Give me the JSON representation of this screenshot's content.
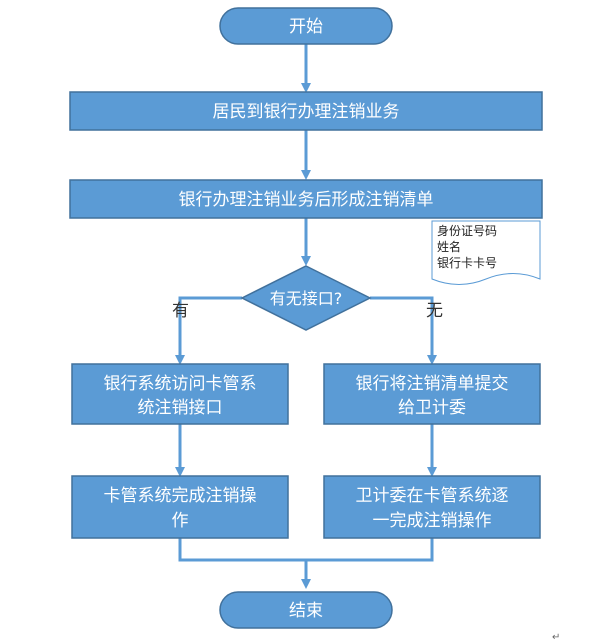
{
  "colors": {
    "node_fill": "#5b9bd5",
    "node_stroke": "#41719c",
    "arrow": "#5b9bd5",
    "doc_stroke": "#5b9bd5",
    "node_text": "#ffffff",
    "label_text": "#333333"
  },
  "nodes": {
    "start": "开始",
    "step1": "居民到银行办理注销业务",
    "step2": "银行办理注销业务后形成注销清单",
    "decision": "有无接口?",
    "left1": [
      "银行系统访问卡管系",
      "统注销接口"
    ],
    "left2": [
      "卡管系统完成注销操",
      "作"
    ],
    "right1": [
      "银行将注销清单提交",
      "给卫计委"
    ],
    "right2": [
      "卫计委在卡管系统逐",
      "一完成注销操作"
    ],
    "end": "结束"
  },
  "edge_labels": {
    "yes": "有",
    "no": "无"
  },
  "document": {
    "lines": [
      "身份证号码",
      "姓名",
      "银行卡卡号"
    ]
  },
  "footer_mark": "↵"
}
